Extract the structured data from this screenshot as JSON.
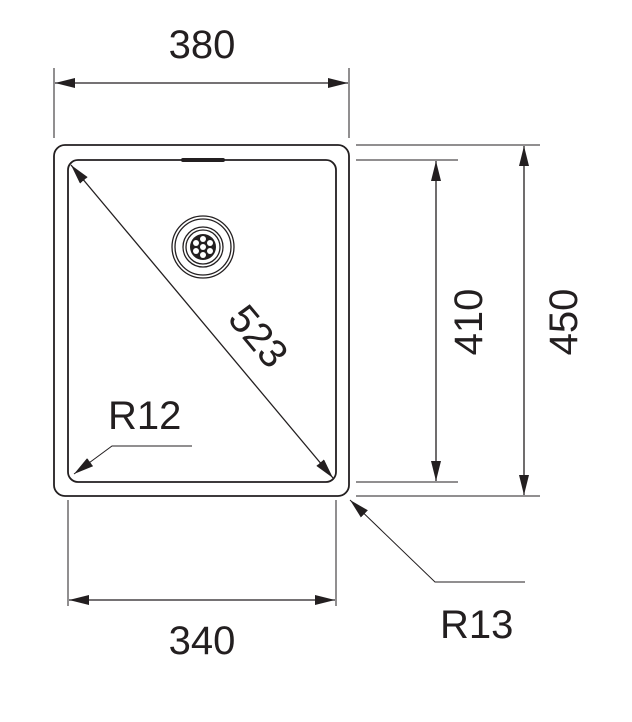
{
  "dimensions": {
    "outer_width": "380",
    "inner_width": "340",
    "inner_depth": "410",
    "outer_depth": "450",
    "diagonal": "523",
    "inner_radius": "R12",
    "outer_radius": "R13"
  }
}
